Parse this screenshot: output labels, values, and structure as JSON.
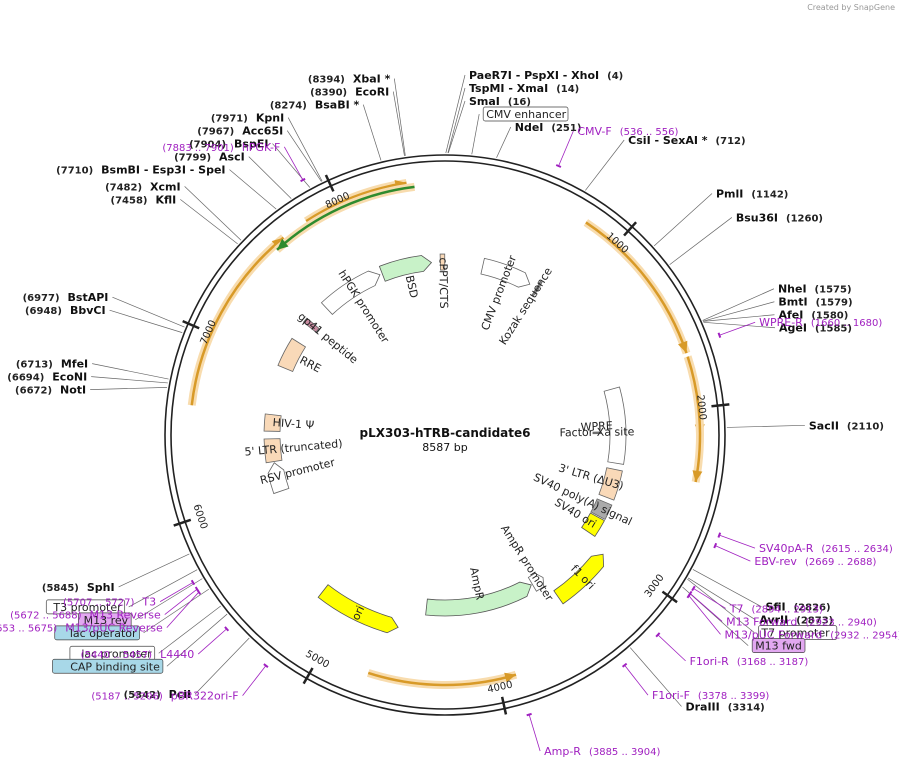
{
  "credit": "Created by SnapGene",
  "plasmid": {
    "name": "pLX303-hTRB-candidate6",
    "size_label": "8587 bp",
    "length": 8587
  },
  "ticks": [
    {
      "pos": 1000,
      "label": "1000"
    },
    {
      "pos": 2000,
      "label": "2000"
    },
    {
      "pos": 3000,
      "label": "3000"
    },
    {
      "pos": 4000,
      "label": "4000"
    },
    {
      "pos": 5000,
      "label": "5000"
    },
    {
      "pos": 6000,
      "label": "6000"
    },
    {
      "pos": 7000,
      "label": "7000"
    },
    {
      "pos": 8000,
      "label": "8000"
    }
  ],
  "sites": [
    {
      "name": "PaeR7I - PspXI - XhoI",
      "posLabel": "(4)",
      "pos": 4
    },
    {
      "name": "TspMI - XmaI",
      "posLabel": "(14)",
      "pos": 14
    },
    {
      "name": "SmaI",
      "posLabel": "(16)",
      "pos": 16
    },
    {
      "name": "CMV enhancer",
      "boxed": true,
      "pos": 130
    },
    {
      "name": "NdeI",
      "posLabel": "(251)",
      "pos": 251
    },
    {
      "name": "CsiI - SexAI *",
      "posLabel": "(712)",
      "pos": 712
    },
    {
      "name": "PmlI",
      "posLabel": "(1142)",
      "pos": 1142
    },
    {
      "name": "Bsu36I",
      "posLabel": "(1260)",
      "pos": 1260
    },
    {
      "name": "NheI",
      "posLabel": "(1575)",
      "pos": 1575
    },
    {
      "name": "BmtI",
      "posLabel": "(1579)",
      "pos": 1579
    },
    {
      "name": "AfeI",
      "posLabel": "(1580)",
      "pos": 1580
    },
    {
      "name": "AgeI",
      "posLabel": "(1585)",
      "pos": 1585
    },
    {
      "name": "SacII",
      "posLabel": "(2110)",
      "pos": 2110
    },
    {
      "name": "SfiI",
      "posLabel": "(2826)",
      "pos": 2826
    },
    {
      "name": "AvrII",
      "posLabel": "(2873)",
      "pos": 2873
    },
    {
      "name": "T7 promoter",
      "boxed": true,
      "pos": 2880
    },
    {
      "name": "M13 fwd",
      "boxed": true,
      "purpleBox": true,
      "pos": 2925
    },
    {
      "name": "DraIII",
      "posLabel": "(3314)",
      "pos": 3314
    },
    {
      "name": "PciI",
      "posLabel": "(5342)",
      "pos": 5342
    },
    {
      "name": "CAP binding site",
      "boxed": true,
      "blueBox": true,
      "pos": 5500
    },
    {
      "name": "lac promoter",
      "boxed": true,
      "pos": 5550
    },
    {
      "name": "lac operator",
      "boxed": true,
      "blueBox": true,
      "pos": 5650
    },
    {
      "name": "M13 rev",
      "boxed": true,
      "purpleBox": true,
      "pos": 5710
    },
    {
      "name": "T3 promoter",
      "boxed": true,
      "pos": 5760
    },
    {
      "name": "SphI",
      "posLabel": "(5845)",
      "pos": 5845
    },
    {
      "name": "NotI",
      "posLabel": "(6672)",
      "pos": 6672
    },
    {
      "name": "EcoNI",
      "posLabel": "(6694)",
      "pos": 6694
    },
    {
      "name": "MfeI",
      "posLabel": "(6713)",
      "pos": 6713
    },
    {
      "name": "BbvCI",
      "posLabel": "(6948)",
      "pos": 6948
    },
    {
      "name": "BstAPI",
      "posLabel": "(6977)",
      "pos": 6977
    },
    {
      "name": "KflI",
      "posLabel": "(7458)",
      "pos": 7458
    },
    {
      "name": "XcmI",
      "posLabel": "(7482)",
      "pos": 7482
    },
    {
      "name": "BsmBI - Esp3I - SpeI",
      "posLabel": "(7710)",
      "pos": 7710
    },
    {
      "name": "AscI",
      "posLabel": "(7799)",
      "pos": 7799
    },
    {
      "name": "BspEI",
      "posLabel": "(7904)",
      "pos": 7904
    },
    {
      "name": "Acc65I",
      "posLabel": "(7967)",
      "pos": 7967
    },
    {
      "name": "KpnI",
      "posLabel": "(7971)",
      "pos": 7971
    },
    {
      "name": "BsaBI *",
      "posLabel": "(8274)",
      "pos": 8274
    },
    {
      "name": "EcoRI",
      "posLabel": "(8390)",
      "pos": 8390
    },
    {
      "name": "XbaI *",
      "posLabel": "(8394)",
      "pos": 8394
    }
  ],
  "primers": [
    {
      "name": "CMV-F",
      "range": "(536 .. 556)",
      "pos": 546
    },
    {
      "name": "WPRE-R",
      "range": "(1660 .. 1680)",
      "pos": 1670
    },
    {
      "name": "SV40pA-R",
      "range": "(2615 .. 2634)",
      "pos": 2625
    },
    {
      "name": "EBV-rev",
      "range": "(2669 .. 2688)",
      "pos": 2678
    },
    {
      "name": "T7",
      "range": "(2894 .. 2913)",
      "pos": 2903
    },
    {
      "name": "M13 Forward",
      "range": "(2923 .. 2940)",
      "pos": 2931
    },
    {
      "name": "M13/pUC Forward",
      "range": "(2932 .. 2954)",
      "pos": 2943
    },
    {
      "name": "F1ori-R",
      "range": "(3168 .. 3187)",
      "pos": 3177
    },
    {
      "name": "F1ori-F",
      "range": "(3378 .. 3399)",
      "pos": 3388
    },
    {
      "name": "Amp-R",
      "range": "(3885 .. 3904)",
      "pos": 3894
    },
    {
      "name": "pBR322ori-F",
      "range": "(5187 .. 5206)",
      "pos": 5196
    },
    {
      "name": "L4440",
      "range": "(5440 .. 5457)",
      "pos": 5448
    },
    {
      "name": "M13/pUC Reverse",
      "range": "(5653 .. 5675)",
      "pos": 5664
    },
    {
      "name": "M13 Reverse",
      "range": "(5672 .. 5688)",
      "pos": 5680
    },
    {
      "name": "T3",
      "range": "(5707 .. 5727)",
      "pos": 5717
    },
    {
      "name": "hPGK-F",
      "range": "(7883 .. 7901)",
      "pos": 7892
    }
  ],
  "features": [
    {
      "name": "CMV promoter",
      "start": 300,
      "end": 700,
      "dir": 1,
      "color": "#ffffff",
      "ring": 3
    },
    {
      "name": "Kozak sequence",
      "start": 760,
      "end": 780,
      "dir": 1,
      "color": "#888888",
      "ring": 3
    },
    {
      "name": "cPPT/CTS",
      "start": 8550,
      "end": 8585,
      "dir": 0,
      "color": "#f9d9b8",
      "ring": 3
    },
    {
      "name": "BSD",
      "start": 8080,
      "end": 8480,
      "dir": 1,
      "color": "#c8f2c8",
      "ring": 3
    },
    {
      "name": "hPGK promoter",
      "start": 7560,
      "end": 8060,
      "dir": 1,
      "color": "#ffffff",
      "ring": 3
    },
    {
      "name": "gp41 peptide",
      "start": 7360,
      "end": 7400,
      "dir": 0,
      "color": "#c88aa0",
      "ring": 3
    },
    {
      "name": "RRE",
      "start": 6980,
      "end": 7210,
      "dir": 0,
      "color": "#f9d9b8",
      "ring": 3
    },
    {
      "name": "WPRE",
      "start": 1780,
      "end": 2370,
      "dir": 0,
      "color": "#ffffff",
      "ring": 3
    },
    {
      "name": "Factor Xa site",
      "start": 2120,
      "end": 2135,
      "dir": 0,
      "color": "#777777",
      "ring": 4
    },
    {
      "name": "3' LTR (ΔU3)",
      "start": 2420,
      "end": 2650,
      "dir": 0,
      "color": "#f9d9b8",
      "ring": 3
    },
    {
      "name": "SV40 poly(A) signal",
      "start": 2690,
      "end": 2810,
      "dir": 0,
      "color": "#aaaaaa",
      "ring": 3
    },
    {
      "name": "SV40 ori",
      "start": 2820,
      "end": 2960,
      "dir": 0,
      "color": "#ffff00",
      "ring": 3
    },
    {
      "name": "f1 ori",
      "start": 3030,
      "end": 3460,
      "dir": -1,
      "color": "#ffff00",
      "ring": 2
    },
    {
      "name": "AmpR promoter",
      "start": 3470,
      "end": 3570,
      "dir": -1,
      "color": "#ffffff",
      "ring": 3
    },
    {
      "name": "AmpR",
      "start": 3580,
      "end": 4440,
      "dir": -1,
      "color": "#c8f2c8",
      "ring": 3
    },
    {
      "name": "ori",
      "start": 4620,
      "end": 5200,
      "dir": -1,
      "color": "#ffff00",
      "ring": 2
    },
    {
      "name": "RSV promoter",
      "start": 5990,
      "end": 6220,
      "dir": 1,
      "color": "#ffffff",
      "ring": 3
    },
    {
      "name": "5' LTR (truncated)",
      "start": 6230,
      "end": 6410,
      "dir": 0,
      "color": "#f9d9b8",
      "ring": 3
    },
    {
      "name": "HIV-1 Ψ",
      "start": 6470,
      "end": 6600,
      "dir": 0,
      "color": "#f9d9b8",
      "ring": 3
    }
  ],
  "orfs": [
    {
      "start": 800,
      "end": 1700,
      "dir": 1
    },
    {
      "start": 1720,
      "end": 2150,
      "dir": 1
    },
    {
      "start": 2050,
      "end": 2400,
      "dir": 1
    },
    {
      "start": 3900,
      "end": 4720,
      "dir": -1
    },
    {
      "start": 6600,
      "end": 7650,
      "dir": 1
    },
    {
      "start": 7800,
      "end": 8380,
      "dir": 1
    },
    {
      "start": 7580,
      "end": 8420,
      "dir": -1,
      "green": true
    }
  ]
}
